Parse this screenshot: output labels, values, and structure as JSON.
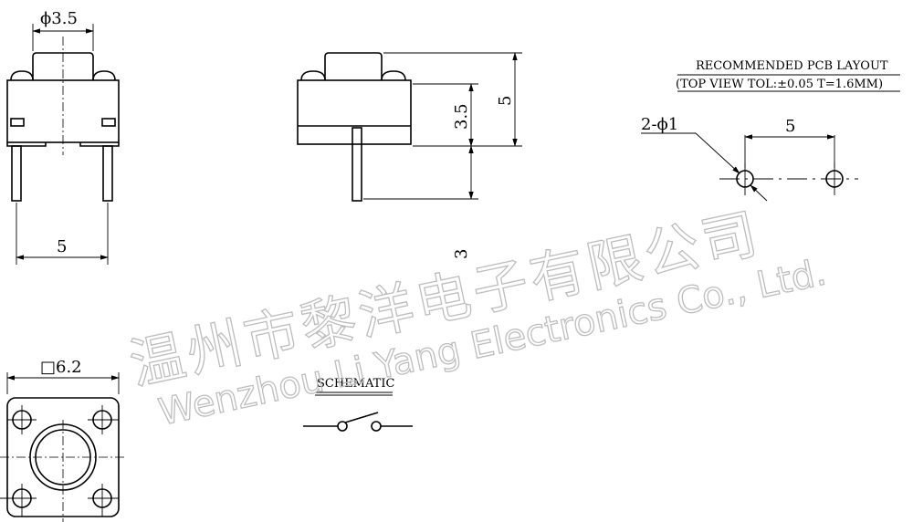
{
  "dimensions": {
    "front_top_dia": "ϕ3.5",
    "front_pin_pitch": "5",
    "side_body_height": "3.5",
    "side_total_height": "5",
    "side_pin_length": "3",
    "bottom_size": "□6.2"
  },
  "pcb_layout": {
    "title": "RECOMMENDED PCB LAYOUT",
    "subtitle": "(TOP VIEW TOL:±0.05 T=1.6MM)",
    "hole_callout": "2-ϕ1",
    "pitch": "5"
  },
  "schematic": {
    "title": "SCHEMATIC"
  },
  "watermark": {
    "chinese": "温州市黎洋电子有限公司",
    "english": "Wenzhou Li Yang Electronics Co., Ltd."
  }
}
